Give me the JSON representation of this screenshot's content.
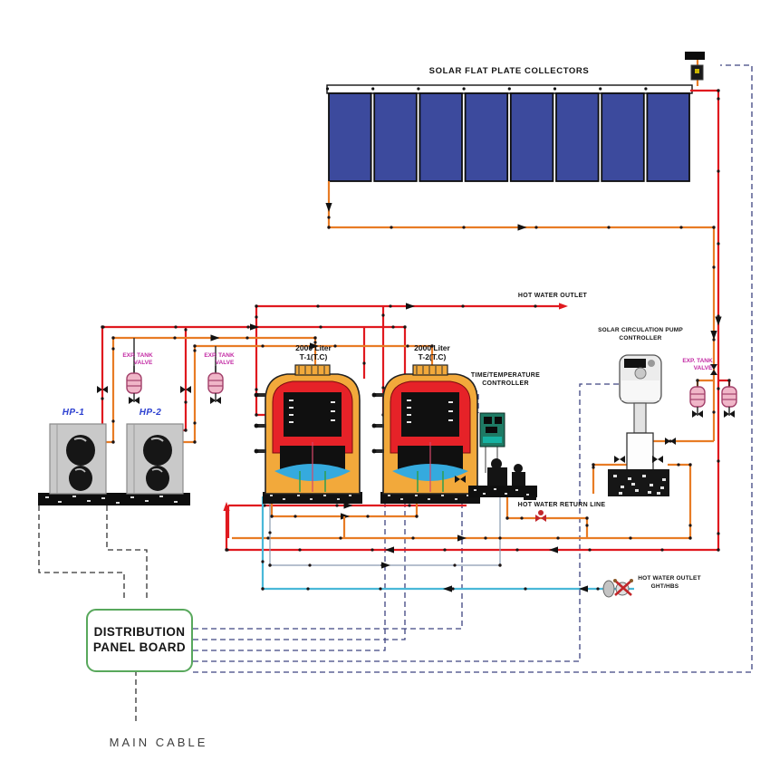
{
  "diagram": {
    "title": "SOLAR FLAT PLATE COLLECTORS",
    "collector_count": 8,
    "tanks": [
      {
        "capacity": "2000 Liter",
        "id": "T-1(T.C)"
      },
      {
        "capacity": "2000 Liter",
        "id": "T-2(T.C)"
      }
    ],
    "labels": {
      "hot_water_outlet": "HOT WATER OUTLET",
      "hot_water_return_line": "HOT WATER RETURN LINE",
      "hot_water_outlet_ght": "HOT WATER OUTLET",
      "ght_hbs": "GHT/HBS",
      "time_temp_1": "TIME/TEMPERATURE",
      "time_temp_2": "CONTROLLER",
      "solar_pump_1": "SOLAR CIRCULATION PUMP",
      "solar_pump_2": "CONTROLLER",
      "exp_tank_line1": "EXP. TANK",
      "exp_tank_line2": "VALVE",
      "hp1": "HP-1",
      "hp2": "HP-2",
      "main_cable": "MAIN CABLE"
    },
    "panel_board": {
      "line1": "DISTRIBUTION",
      "line2": "PANEL BOARD"
    },
    "colors": {
      "pipe_hot": "#e0191f",
      "pipe_solar": "#e87c25",
      "pipe_cold": "#49b8d8",
      "cable_navy": "#3d4380",
      "cable_black": "#333333",
      "collector_blue": "#3c4a9d",
      "panel_green": "#58a85c",
      "label_magenta": "#c32ba4",
      "label_blue": "#2b3fd0",
      "tank_yellow": "#f2a93b",
      "tank_red": "#e62228",
      "tank_water": "#35aade"
    }
  }
}
